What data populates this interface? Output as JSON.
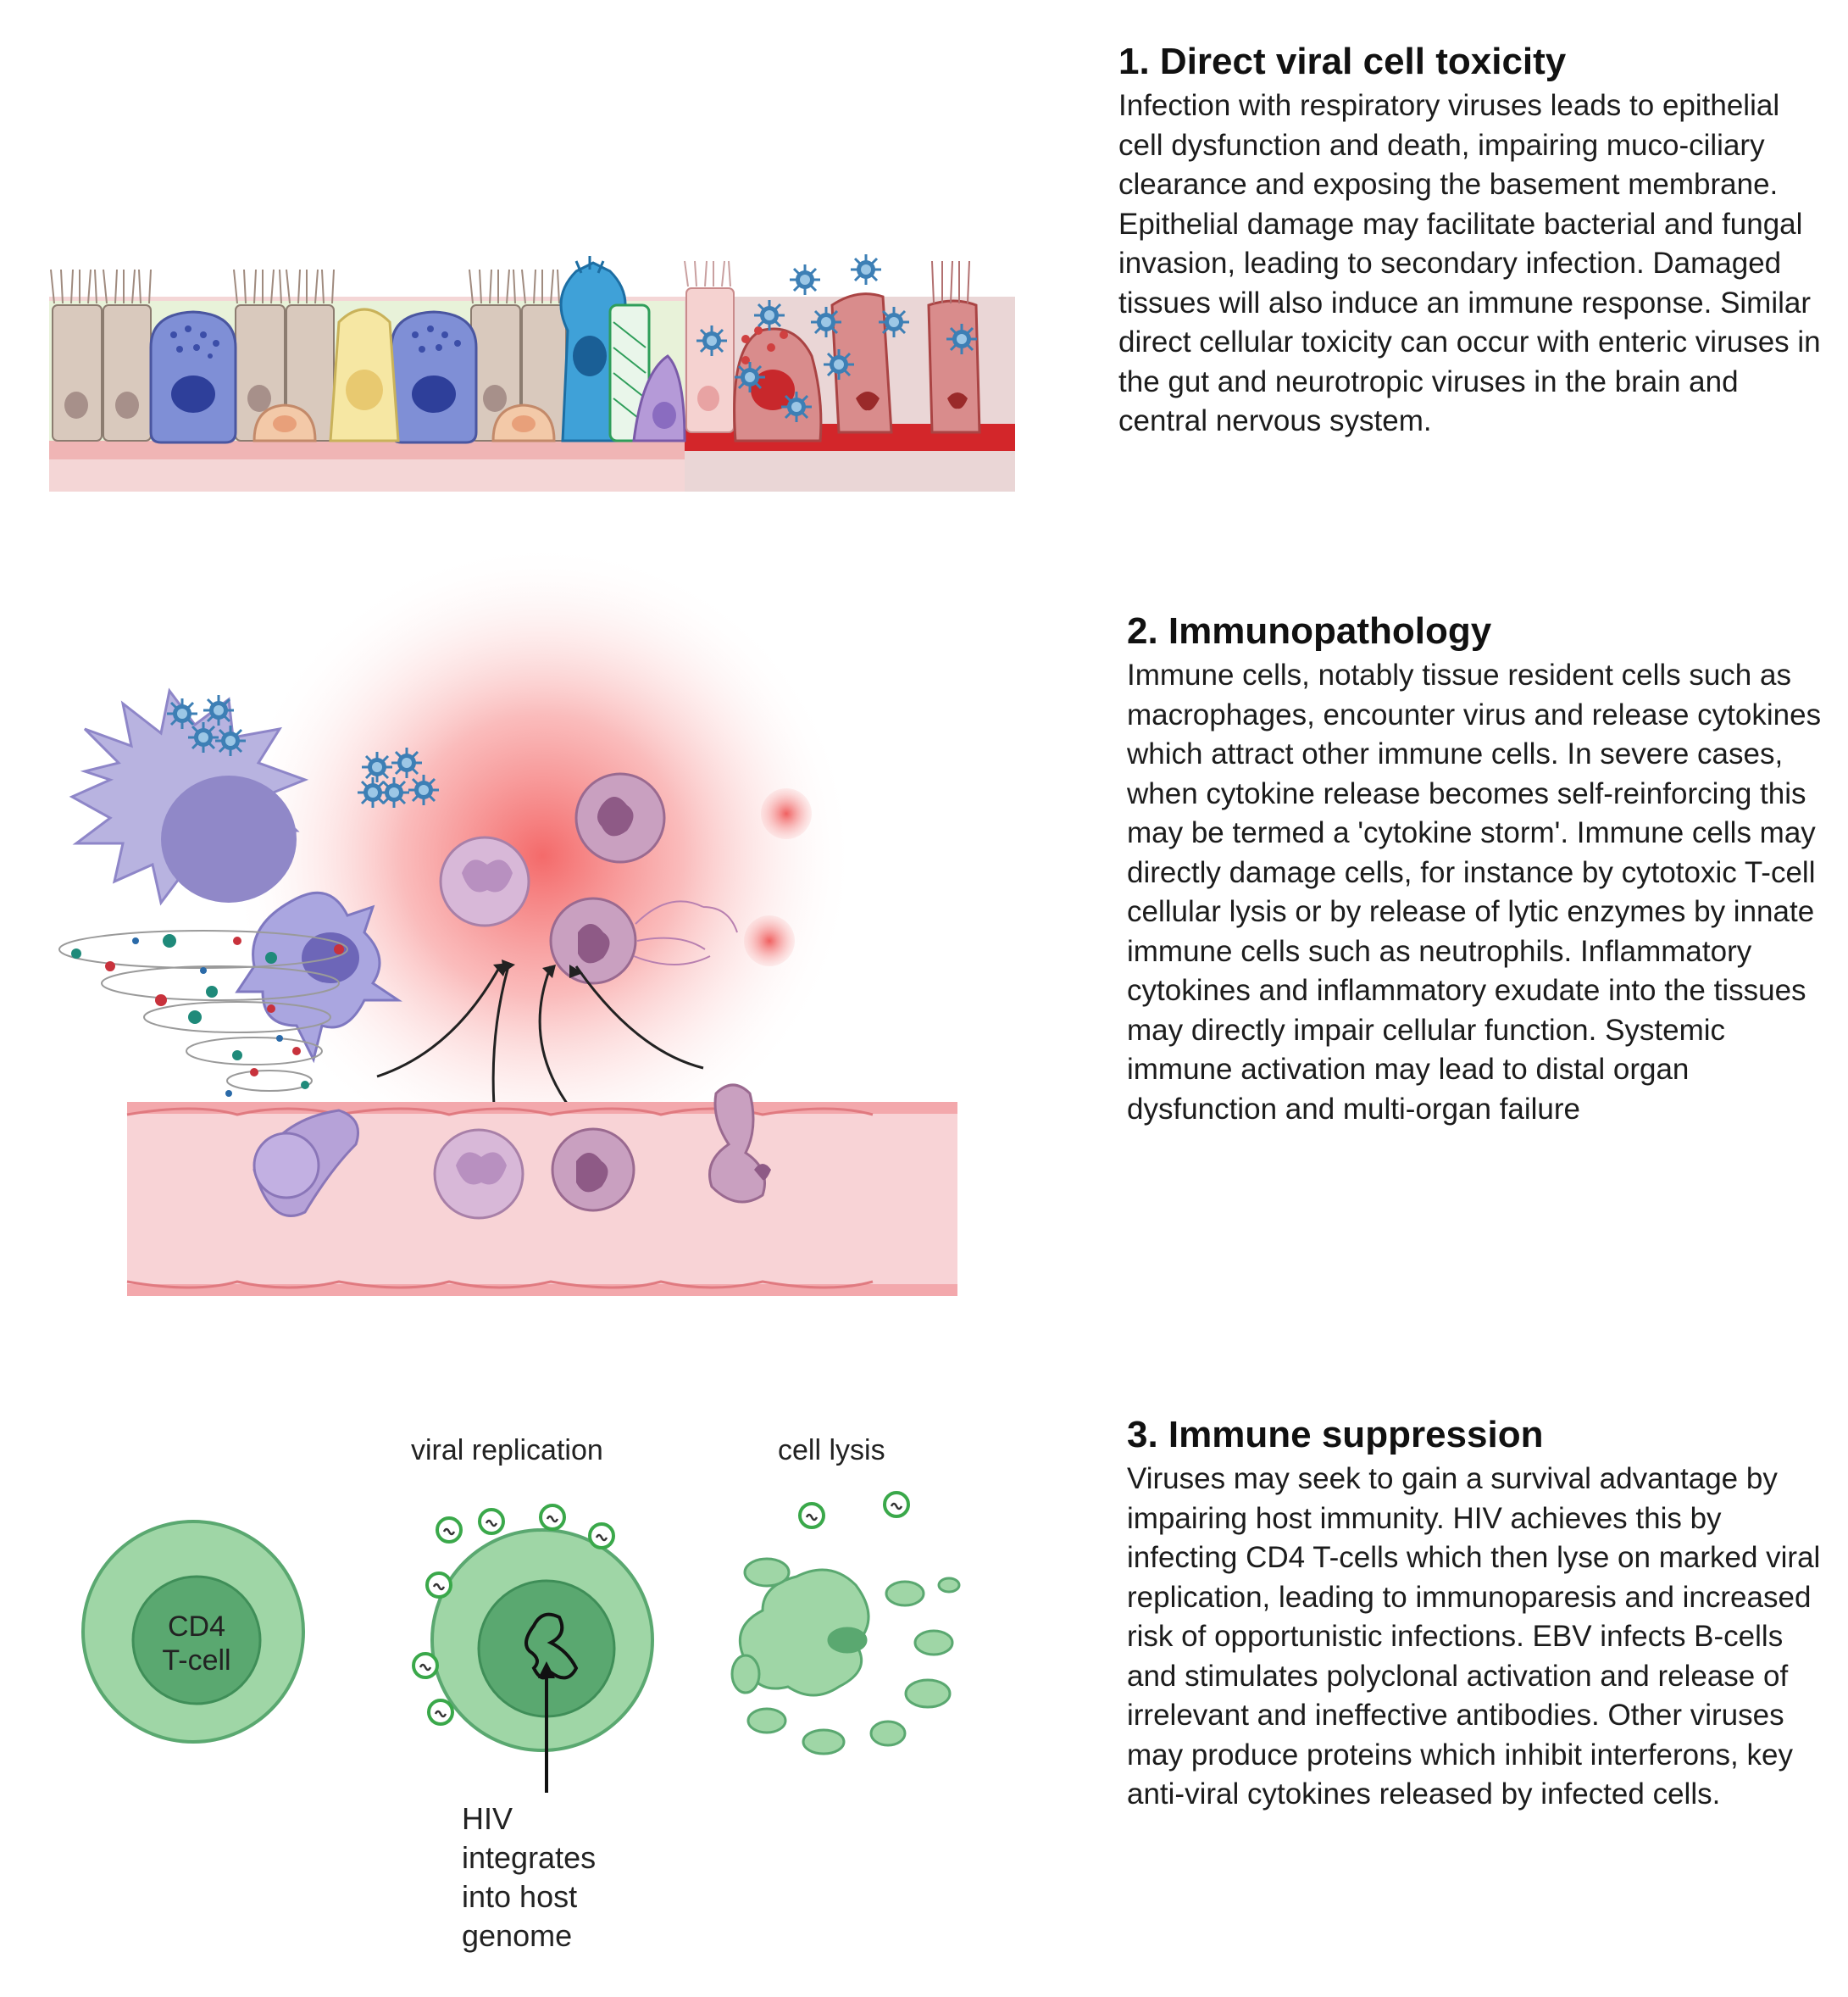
{
  "sections": [
    {
      "heading": "1. Direct viral cell toxicity",
      "body": "Infection with respiratory viruses leads to epithelial cell dysfunction and death, impairing muco-ciliary clearance and exposing the basement membrane. Epithelial damage may facilitate bacterial and fungal invasion, leading to secondary infection.  Damaged tissues will also induce an immune response.  Similar direct cellular toxicity can occur with enteric viruses in the gut and neurotropic viruses in the brain and central nervous system."
    },
    {
      "heading": "2. Immunopathology",
      "body": "Immune cells, notably tissue resident cells such as macrophages, encounter virus and release cytokines which attract other immune cells. In severe cases, when cytokine release becomes self-reinforcing this may be termed a 'cytokine storm'.   Immune cells may directly damage cells, for instance by cytotoxic T-cell cellular lysis or by release of lytic enzymes by innate immune cells such as neutrophils. Inflammatory cytokines and inflammatory exudate into the tissues may directly impair cellular function. Systemic immune activation may lead to distal organ dysfunction and multi-organ failure"
    },
    {
      "heading": "3. Immune suppression",
      "body": "Viruses may seek to gain a survival advantage by impairing host immunity. HIV achieves this by infecting CD4 T-cells which then lyse on marked viral replication, leading to immunoparesis and increased risk of opportunistic infections.  EBV infects B-cells and stimulates polyclonal activation and release of irrelevant and ineffective antibodies.  Other viruses may produce proteins which inhibit interferons, key anti-viral cytokines released by infected cells."
    }
  ],
  "figure3_labels": {
    "cell": "CD4 T-cell",
    "cell_line1": "CD4",
    "cell_line2": "T-cell",
    "viral_replication": "viral replication",
    "cell_lysis": "cell lysis",
    "hiv_line1": "HIV",
    "hiv_line2": "integrates",
    "hiv_line3": "into host",
    "hiv_line4": "genome"
  },
  "colors": {
    "epithelium_beige": "#d9c9bd",
    "goblet_blue": "#7f8fd6",
    "tuft_yellow": "#f6e7a3",
    "virus_blue": "#3d7fb5",
    "damaged_red": "#c45a5a",
    "inflammation_red": "#f25050",
    "vessel_pink": "#f7c9cc",
    "cell_green": "#8fcf9a",
    "nucleus_green": "#5aa870"
  }
}
